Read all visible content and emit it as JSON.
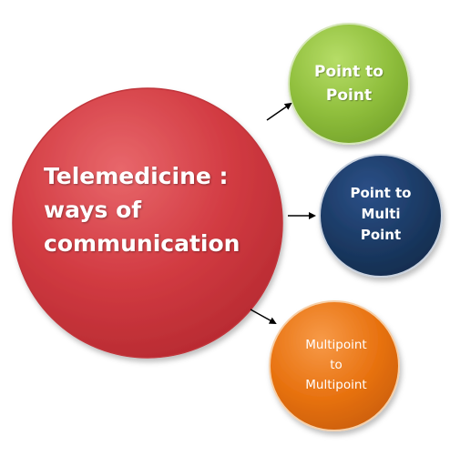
{
  "diagram": {
    "center": {
      "text": "Telemedicine :\nways of\ncommunication",
      "color": "#d43d44"
    },
    "nodes": [
      {
        "id": "ptp",
        "text": "Point to\nPoint",
        "color": "#8fbe3c"
      },
      {
        "id": "ptmp",
        "text": "Point to\nMulti\nPoint",
        "color": "#1b3a64"
      },
      {
        "id": "mtm",
        "text": "Multipoint\nto\nMultipoint",
        "color": "#e87210"
      }
    ],
    "arrow_color": "#000000"
  }
}
